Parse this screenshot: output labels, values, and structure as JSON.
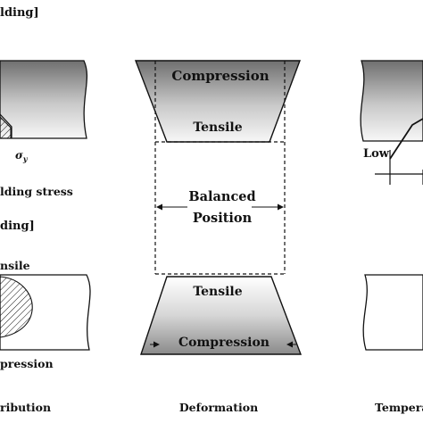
{
  "left_column": {
    "header_top": "lding]",
    "sigma_label": "σy",
    "stress_caption": "lding stress",
    "header_bottom": "ding]",
    "tensile_label": "nsile",
    "compression_label": "pression",
    "caption": "ribution"
  },
  "center_column": {
    "top_compression": "Compression",
    "top_tensile": "Tensile",
    "balanced_line1": "Balanced",
    "balanced_line2": "Position",
    "bottom_tensile": "Tensile",
    "bottom_compression": "Compression",
    "caption": "Deformation"
  },
  "right_column": {
    "low_label": "Low",
    "caption": "Tempera"
  },
  "colors": {
    "line": "#111111",
    "shade_dark": "#7a7a7a",
    "shade_light": "#f2f2f2"
  }
}
